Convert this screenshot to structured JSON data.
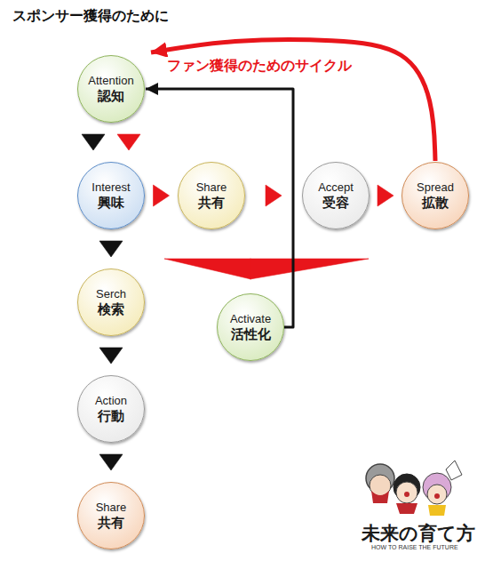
{
  "diagram": {
    "title": "スポンサー獲得のために",
    "nodes": [
      {
        "text": [
          "Attention",
          "認知"
        ]
      },
      {
        "text": [
          "Interest",
          "興味"
        ]
      },
      {
        "text": [
          "Share",
          "共有"
        ]
      },
      {
        "text": [
          "Accept",
          "受容"
        ]
      },
      {
        "text": [
          "Spread",
          "拡散"
        ]
      },
      {
        "text": [
          "Serch",
          "検索"
        ]
      },
      {
        "text": [
          "Activate",
          "活性化"
        ]
      },
      {
        "text": [
          "Action",
          "行動"
        ]
      },
      {
        "text": [
          "Share",
          "共有"
        ]
      }
    ],
    "edges": [
      {
        "from": 0,
        "to": 1,
        "arrow": "to"
      },
      {
        "from": 0,
        "to": 1,
        "arrow": "to"
      },
      {
        "from": 1,
        "to": 2,
        "arrow": "to"
      },
      {
        "from": 2,
        "to": 3,
        "arrow": "to"
      },
      {
        "from": 3,
        "to": 4,
        "arrow": "to"
      },
      {
        "from": 4,
        "to": 0,
        "label": "ファン獲得のためのサイクル",
        "arrow": "to"
      },
      {
        "from": 1,
        "to": 5,
        "arrow": "to"
      },
      {
        "from": 5,
        "to": 7,
        "arrow": "to"
      },
      {
        "from": 7,
        "to": 8,
        "arrow": "to"
      },
      {
        "from": 2,
        "to": 6,
        "arrow": "to"
      },
      {
        "from": 3,
        "to": 6,
        "arrow": "to"
      },
      {
        "from": 6,
        "to": 0,
        "arrow": "to"
      }
    ],
    "labels": [
      "未来の育て方",
      "HOW TO RAISE THE FUTURE"
    ]
  }
}
